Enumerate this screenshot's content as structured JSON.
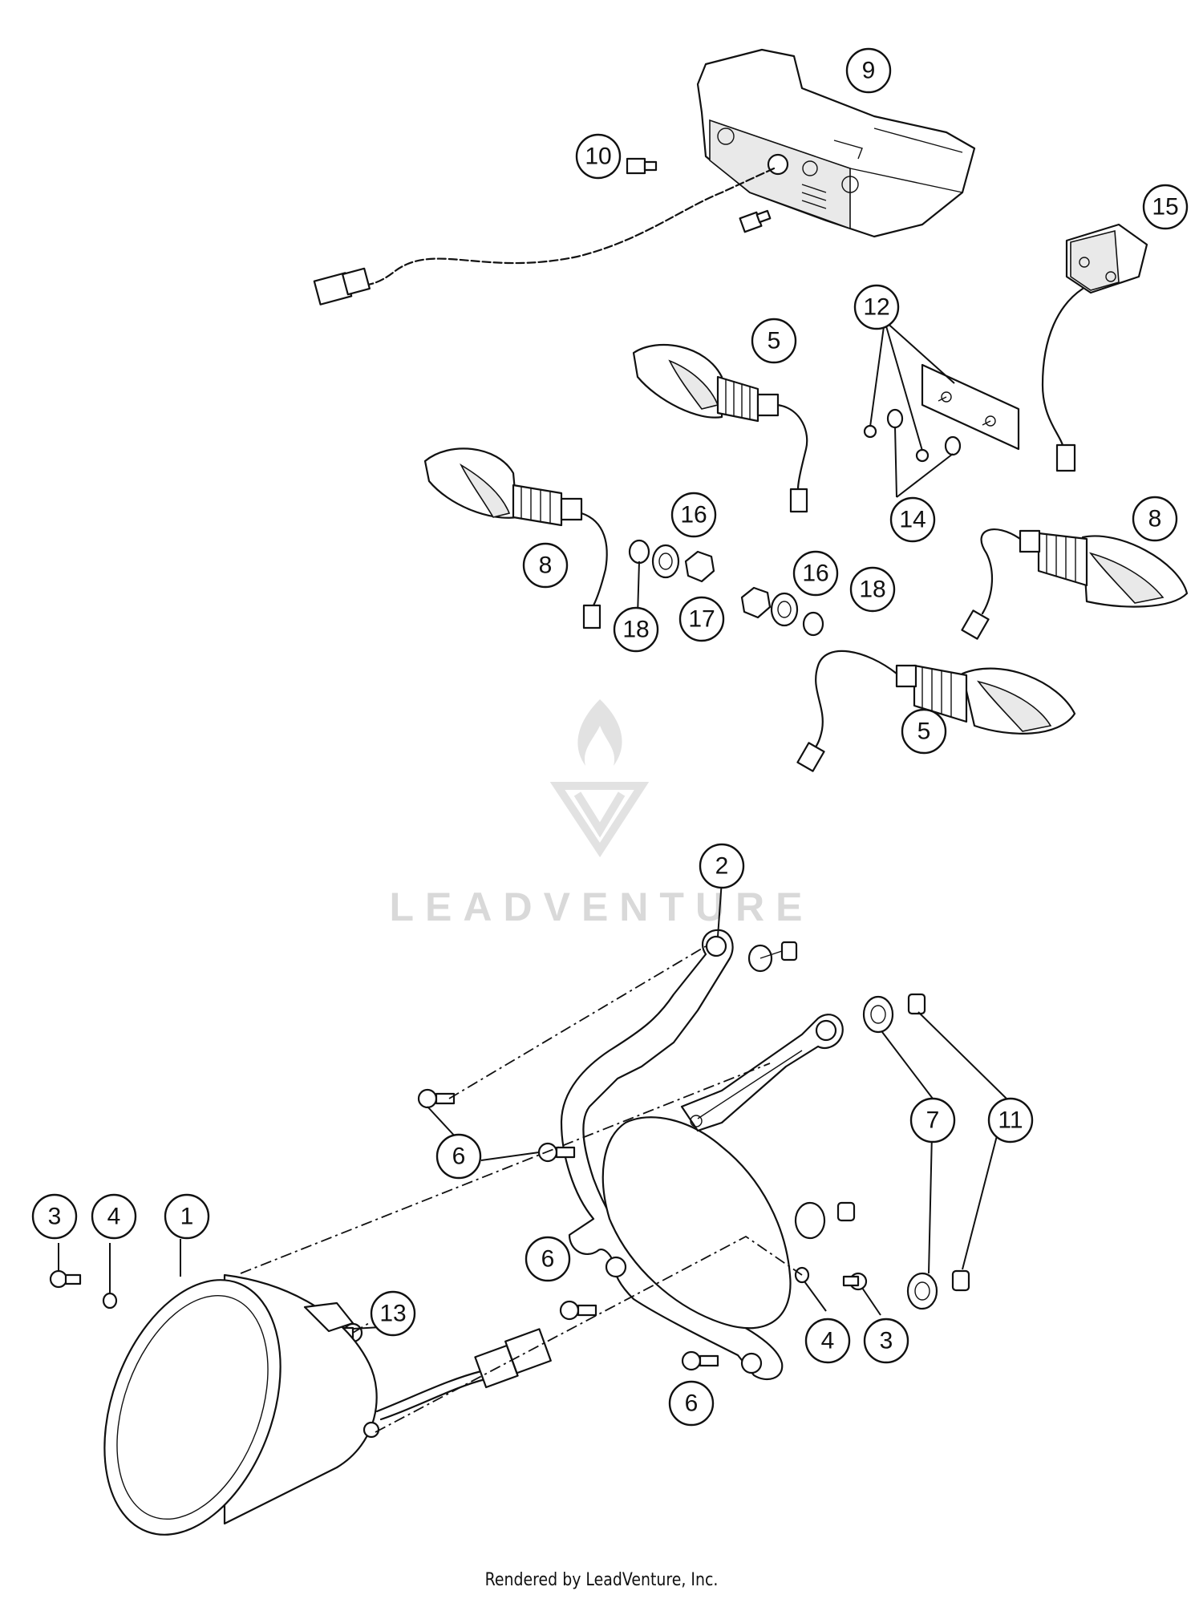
{
  "watermark": {
    "text": "LEADVENTURE",
    "color": "#d9d9d9"
  },
  "footer": {
    "text": "Rendered by LeadVenture, Inc."
  },
  "callouts": [
    {
      "id": "c1",
      "label": "1"
    },
    {
      "id": "c2",
      "label": "2"
    },
    {
      "id": "c3a",
      "label": "3"
    },
    {
      "id": "c3b",
      "label": "3"
    },
    {
      "id": "c4a",
      "label": "4"
    },
    {
      "id": "c4b",
      "label": "4"
    },
    {
      "id": "c5a",
      "label": "5"
    },
    {
      "id": "c5b",
      "label": "5"
    },
    {
      "id": "c6a",
      "label": "6"
    },
    {
      "id": "c6b",
      "label": "6"
    },
    {
      "id": "c6c",
      "label": "6"
    },
    {
      "id": "c7",
      "label": "7"
    },
    {
      "id": "c8a",
      "label": "8"
    },
    {
      "id": "c8b",
      "label": "8"
    },
    {
      "id": "c9",
      "label": "9"
    },
    {
      "id": "c10",
      "label": "10"
    },
    {
      "id": "c11",
      "label": "11"
    },
    {
      "id": "c12",
      "label": "12"
    },
    {
      "id": "c13",
      "label": "13"
    },
    {
      "id": "c14",
      "label": "14"
    },
    {
      "id": "c15",
      "label": "15"
    },
    {
      "id": "c16a",
      "label": "16"
    },
    {
      "id": "c16b",
      "label": "16"
    },
    {
      "id": "c17",
      "label": "17"
    },
    {
      "id": "c18a",
      "label": "18"
    },
    {
      "id": "c18b",
      "label": "18"
    }
  ]
}
